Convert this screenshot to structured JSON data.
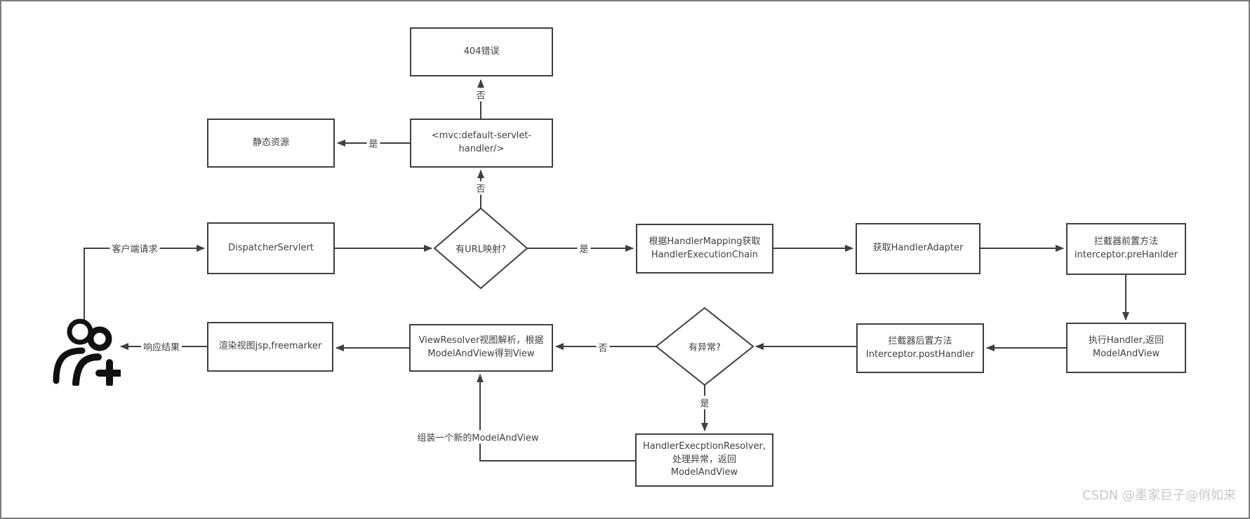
{
  "colors": {
    "line": "#3f3f3f",
    "box_border": "#3f3f3f",
    "text": "#3f3f3f",
    "icon": "#111111",
    "watermark": "#c8c8c8",
    "background": "#ffffff"
  },
  "nodes": {
    "error_404": "404错误",
    "static_resource": "静态资源",
    "mvc_default_servlet": "<mvc:default-servlet-\nhandler/>",
    "dispatcher_servlet": "DispatcherServlert",
    "url_mapping_decision": "有URL映射?",
    "handler_mapping": "根据HandlerMapping获取\nHandlerExecutionChain",
    "handler_adapter": "获取HandlerAdapter",
    "interceptor_pre": "拦截器前置方法\ninterceptor.preHanlder",
    "execute_handler": "执行Handler,返回\nModelAndView",
    "interceptor_post": "拦截器后置方法\nInterceptor.postHandler",
    "exception_decision": "有异常?",
    "view_resolver": "ViewResolver视图解析，根据\nModelAndView得到View",
    "render_view": "渲染视图jsp,freemarker",
    "exception_resolver": "HandlerExecptionResolver,\n处理异常，返回\nModelAndView"
  },
  "edge_labels": {
    "no_to_404": "否",
    "yes_to_static": "是",
    "no_to_default_servlet": "否",
    "client_request": "客户端请求",
    "yes_has_mapping": "是",
    "no_exception": "否",
    "yes_exception": "是",
    "response_result": "响应结果",
    "assemble_new_mav": "组装一个新的ModelAndView"
  },
  "watermark": "CSDN @墨家巨子@俏如来"
}
